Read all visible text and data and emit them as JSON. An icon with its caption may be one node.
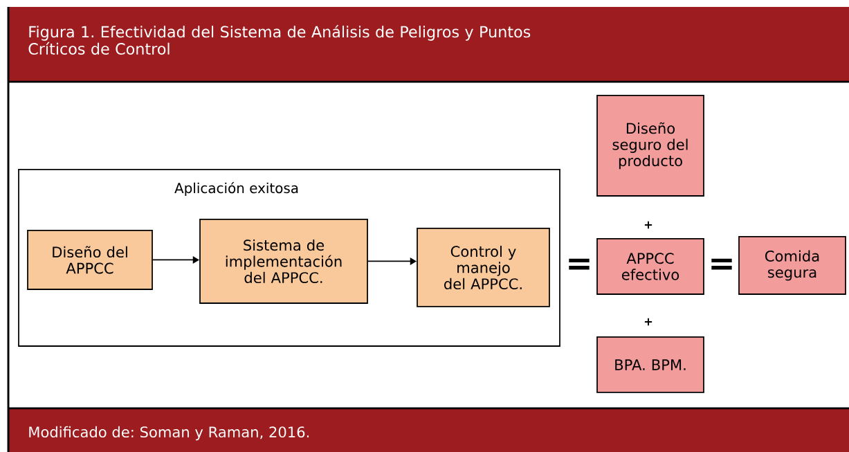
{
  "diagram": {
    "title": "Figura 1. Efectividad del Sistema de Análisis de Peligros y Puntos Críticos de Control",
    "caption": "Modificado de: Soman y Raman, 2016.",
    "nodes": [
      {
        "text": [
          "Aplicación exitosa"
        ]
      },
      {
        "text": [
          "Diseño del APPCC"
        ],
        "in": 0
      },
      {
        "text": [
          "Sistema de implementación del APPCC."
        ],
        "in": 0
      },
      {
        "text": [
          "Control y manejo del APPCC."
        ],
        "in": 0
      },
      {
        "text": [
          "Diseño seguro del producto"
        ]
      },
      {
        "text": [
          "APPCC efectivo"
        ]
      },
      {
        "text": [
          "BPA. BPM."
        ]
      },
      {
        "text": [
          "Comida segura"
        ]
      }
    ],
    "edges": [
      {
        "from": 1,
        "to": 2,
        "arrow": "to"
      },
      {
        "from": 2,
        "to": 3,
        "arrow": "to"
      }
    ],
    "labels": [
      "+",
      "=",
      "=",
      "+"
    ]
  }
}
